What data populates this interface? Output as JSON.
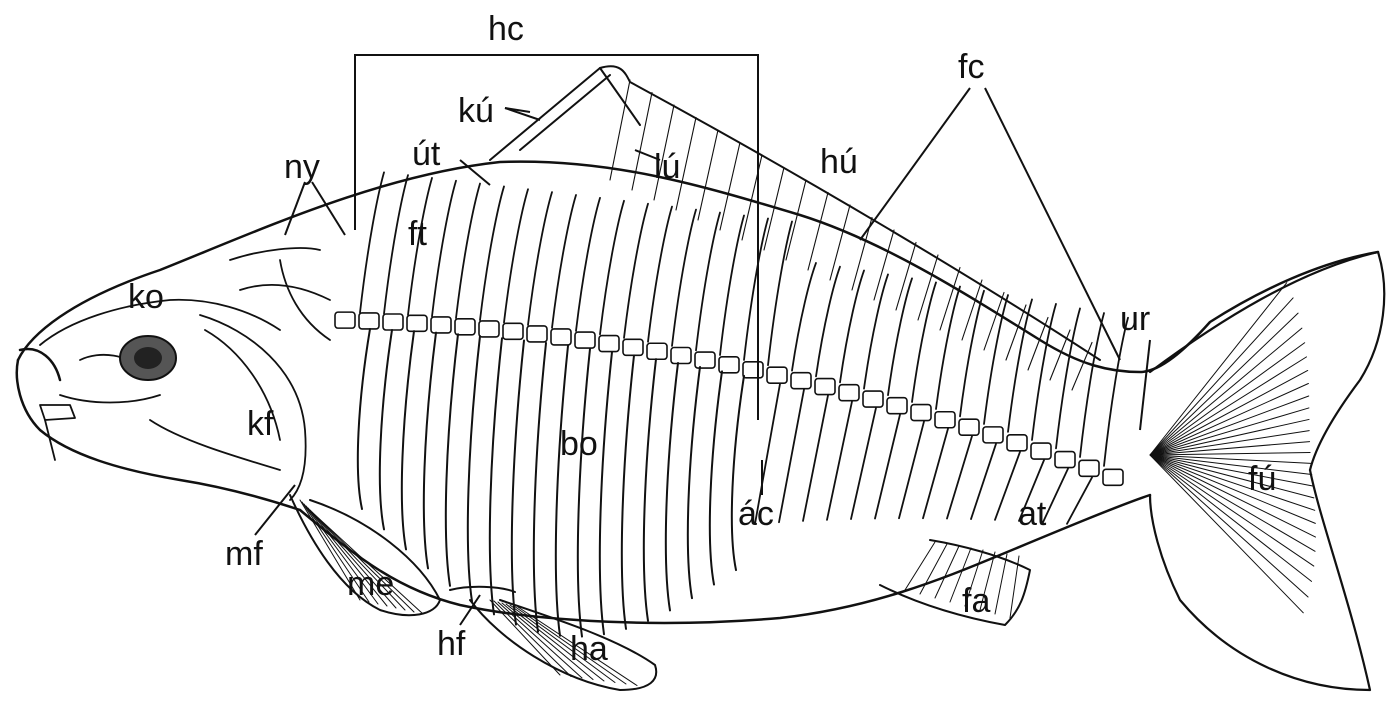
{
  "diagram": {
    "labels": {
      "hc": "hc",
      "fc": "fc",
      "ny": "ny",
      "ku": "kú",
      "ut": "út",
      "lu": "lú",
      "hu": "hú",
      "ko": "ko",
      "ft": "ft",
      "ur": "ur",
      "kf": "kf",
      "bo": "bo",
      "ac": "ác",
      "fu": "fú",
      "at": "at",
      "mf": "mf",
      "me": "me",
      "fa": "fa",
      "hf": "hf",
      "ha": "ha"
    }
  }
}
